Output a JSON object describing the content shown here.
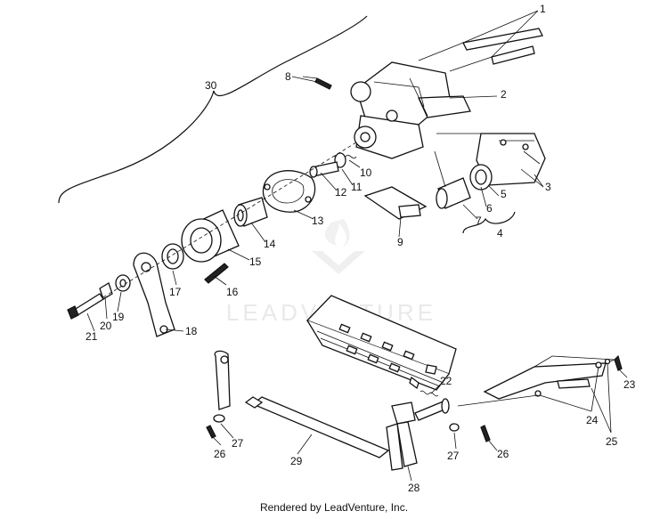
{
  "watermark": {
    "text": "LEADVENTURE"
  },
  "footer": {
    "text": "Rendered by LeadVenture, Inc."
  },
  "labels": {
    "l1": "1",
    "l2": "2",
    "l3": "3",
    "l4": "4",
    "l5": "5",
    "l6": "6",
    "l7": "7",
    "l8": "8",
    "l9": "9",
    "l10": "10",
    "l11": "11",
    "l12": "12",
    "l13": "13",
    "l14": "14",
    "l15": "15",
    "l16": "16",
    "l17": "17",
    "l18": "18",
    "l19": "19",
    "l20": "20",
    "l21": "21",
    "l22": "22",
    "l23": "23",
    "l24": "24",
    "l25": "25",
    "l26a": "26",
    "l26b": "26",
    "l27a": "27",
    "l27b": "27",
    "l28": "28",
    "l29": "29",
    "l30": "30"
  }
}
